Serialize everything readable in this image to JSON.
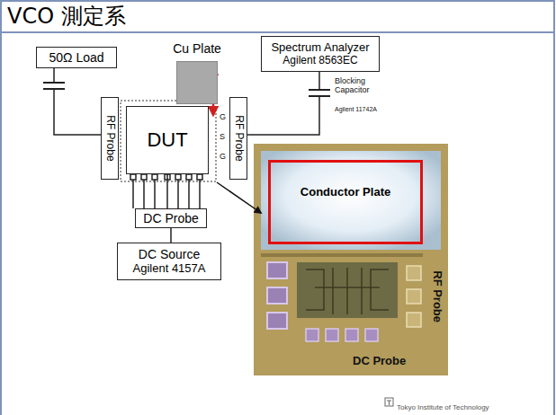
{
  "diagram": {
    "title": "VCO 測定系",
    "nodes": [
      {
        "text": [
          "50Ω Load"
        ]
      },
      {
        "text": [
          "Cu Plate"
        ]
      },
      {
        "text": [
          "Spectrum Analyzer",
          "Agilent 8563EC"
        ]
      },
      {
        "text": [
          "RF Probe"
        ]
      },
      {
        "text": [
          "DUT"
        ]
      },
      {
        "text": [
          "RF Probe"
        ]
      },
      {
        "text": [
          "Conductor Plate"
        ]
      },
      {
        "text": [
          "DC Probe"
        ]
      },
      {
        "text": [
          "DC Source",
          "Agilent 4157A"
        ]
      }
    ],
    "edges": [
      {
        "from": 0,
        "to": 3,
        "arrow": "none"
      },
      {
        "from": 5,
        "to": 2,
        "arrow": "none"
      },
      {
        "from": 4,
        "to": 7,
        "arrow": "none"
      },
      {
        "from": 7,
        "to": 8,
        "arrow": "none"
      }
    ],
    "labels": [
      "G",
      "S",
      "G",
      "Blocking Capacitor",
      "Agilent 11742A",
      "RF Probe",
      "DC Probe",
      "Tokyo Institute of Technology"
    ]
  }
}
